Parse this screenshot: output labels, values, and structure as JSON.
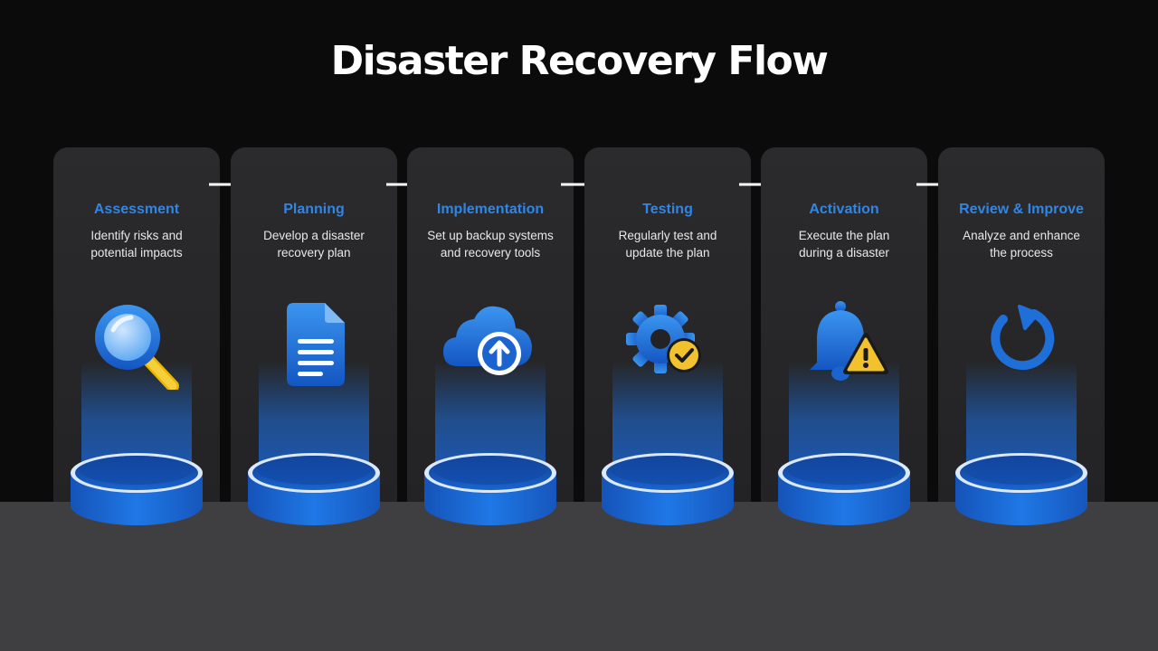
{
  "slide": {
    "title": "Disaster Recovery Flow",
    "colors": {
      "background": "#0b0b0c",
      "card": "#28282a",
      "floor": "#3f3f41",
      "accent_blue": "#2f86e6",
      "pedestal_blue": "#1e6fd8",
      "warning_yellow": "#f2c12e"
    }
  },
  "steps": [
    {
      "title": "Assessment",
      "desc_line1": "Identify risks and",
      "desc_line2": "potential impacts",
      "icon": "magnifying-glass-icon"
    },
    {
      "title": "Planning",
      "desc_line1": "Develop a disaster",
      "desc_line2": "recovery plan",
      "icon": "document-icon"
    },
    {
      "title": "Implementation",
      "desc_line1": "Set up backup systems",
      "desc_line2": "and recovery tools",
      "icon": "cloud-upload-icon"
    },
    {
      "title": "Testing",
      "desc_line1": "Regularly test and",
      "desc_line2": "update the plan",
      "icon": "gear-check-icon"
    },
    {
      "title": "Activation",
      "desc_line1": "Execute the plan",
      "desc_line2": "during a disaster",
      "icon": "bell-warning-icon"
    },
    {
      "title": "Review & Improve",
      "desc_line1": "Analyze and enhance",
      "desc_line2": "the process",
      "icon": "refresh-icon"
    }
  ]
}
